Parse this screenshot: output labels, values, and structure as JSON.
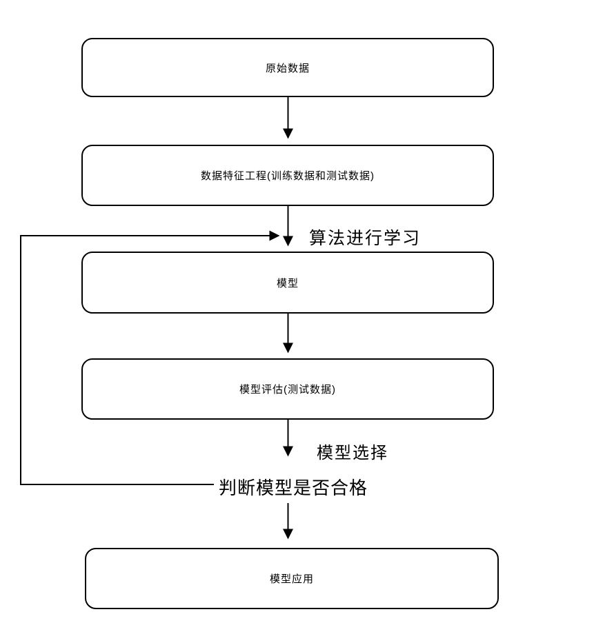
{
  "diagram": {
    "type": "flowchart",
    "colors": {
      "background": "#ffffff",
      "line": "#000000",
      "box_border": "#000000",
      "text": "#000000"
    },
    "nodes": [
      {
        "id": "raw-data",
        "label": "原始数据"
      },
      {
        "id": "feature-engineering",
        "label": "数据特征工程(训练数据和测试数据)"
      },
      {
        "id": "model",
        "label": "模型"
      },
      {
        "id": "model-evaluation",
        "label": "模型评估(测试数据)"
      },
      {
        "id": "model-application",
        "label": "模型应用"
      }
    ],
    "edge_labels": {
      "algorithm_learning": "算法进行学习",
      "model_selection": "模型选择",
      "judge_model_qualified": "判断模型是否合格"
    },
    "edges": [
      {
        "from": "raw-data",
        "to": "feature-engineering",
        "label": ""
      },
      {
        "from": "feature-engineering",
        "to": "model",
        "label": "算法进行学习"
      },
      {
        "from": "model",
        "to": "model-evaluation",
        "label": ""
      },
      {
        "from": "model-evaluation",
        "to": "judge",
        "label": "模型选择"
      },
      {
        "from": "judge",
        "to": "model-application",
        "label": ""
      },
      {
        "from": "judge",
        "to": "model",
        "label": "feedback-loop"
      }
    ]
  }
}
